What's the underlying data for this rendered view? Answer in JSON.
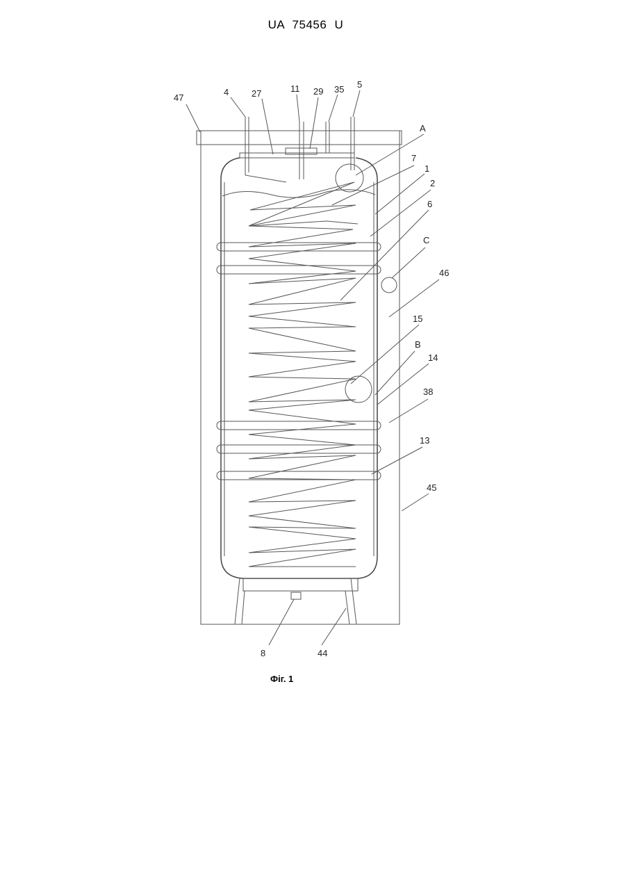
{
  "header": {
    "doc_number": "UA   75456   U"
  },
  "figure": {
    "caption": "Фіг. 1",
    "labels": {
      "l47": "47",
      "l4": "4",
      "l27": "27",
      "l11": "11",
      "l29": "29",
      "l35": "35",
      "l5": "5",
      "lA": "A",
      "l7": "7",
      "l1": "1",
      "l2": "2",
      "l6": "6",
      "lC": "C",
      "l46": "46",
      "l15": "15",
      "lB": "B",
      "l14": "14",
      "l38": "38",
      "l13": "13",
      "l45": "45",
      "l8": "8",
      "l44": "44"
    }
  }
}
